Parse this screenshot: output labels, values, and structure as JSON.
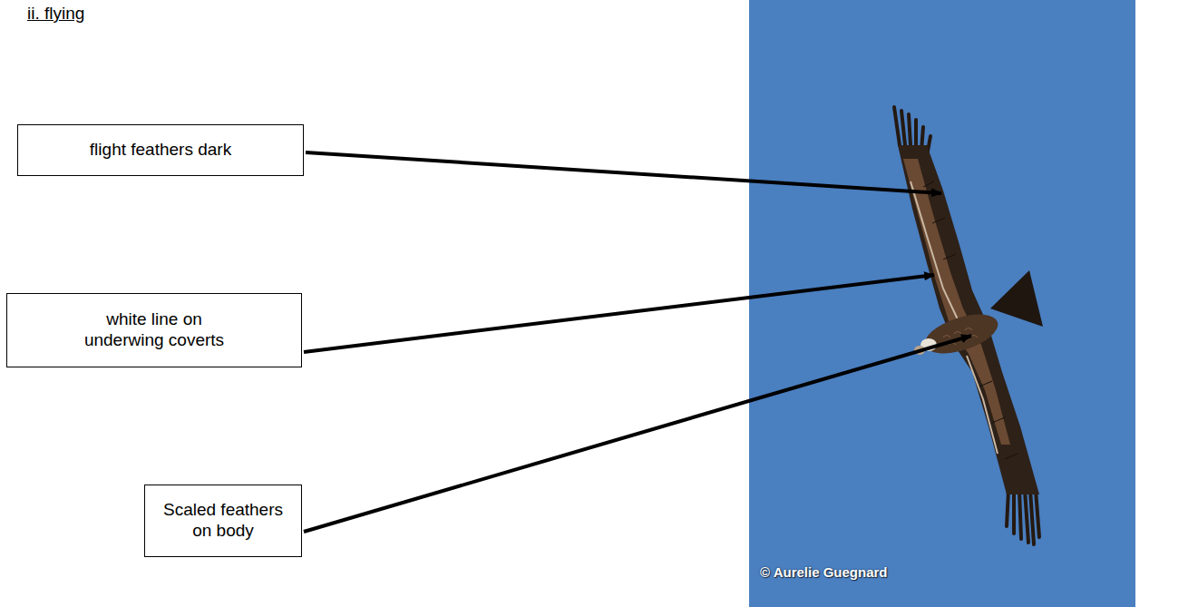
{
  "diagram": {
    "title": "ii. flying",
    "nodes": [
      {
        "text": [
          "flight feathers dark"
        ]
      },
      {
        "text": [
          "white line on underwing coverts"
        ]
      },
      {
        "text": [
          "Scaled feathers on body"
        ]
      }
    ],
    "labels": [
      "© Aurelie Guegnard"
    ]
  }
}
